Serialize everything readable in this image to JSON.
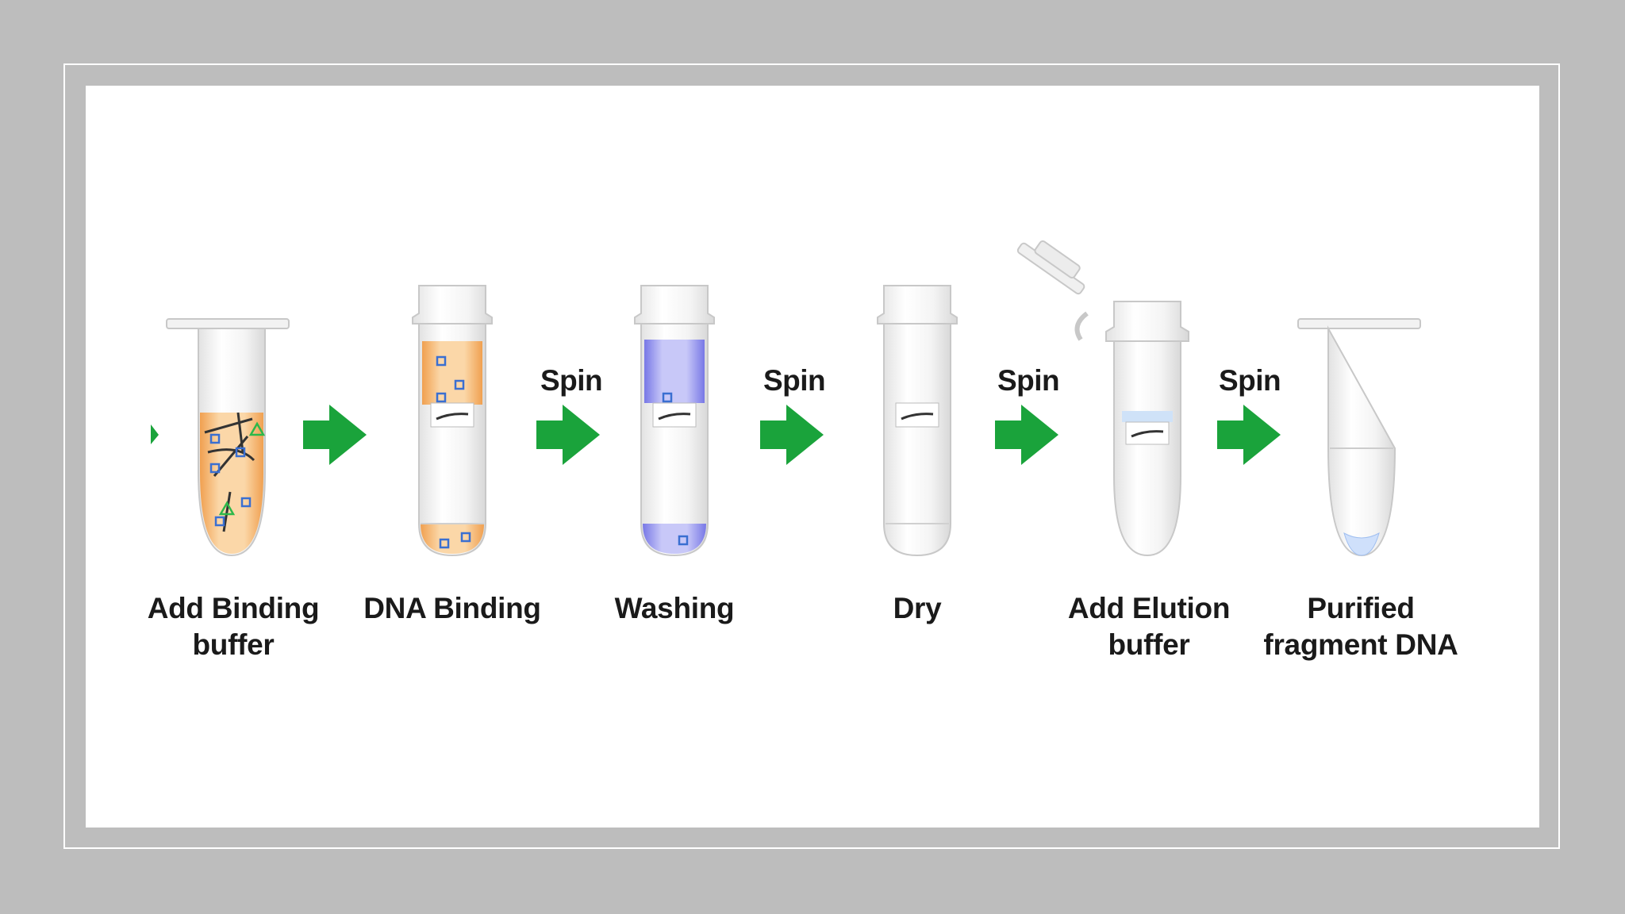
{
  "steps": [
    {
      "line1": "Add Binding",
      "line2": "buffer"
    },
    {
      "line1": "DNA Binding",
      "line2": ""
    },
    {
      "line1": "Washing",
      "line2": ""
    },
    {
      "line1": "Dry",
      "line2": ""
    },
    {
      "line1": "Add Elution",
      "line2": "buffer"
    },
    {
      "line1": "Purified",
      "line2": "fragment DNA"
    }
  ],
  "arrow_labels": [
    "Spin",
    "Spin",
    "Spin",
    "Spin"
  ],
  "colors": {
    "arrow": "#1aa33b",
    "binding_buffer": "#f2a24a",
    "wash_buffer": "#8080e8",
    "elution_buffer": "#a8c8f0",
    "dna_marker": "#3a6fd1",
    "tube_outline": "#c8c8c8"
  }
}
